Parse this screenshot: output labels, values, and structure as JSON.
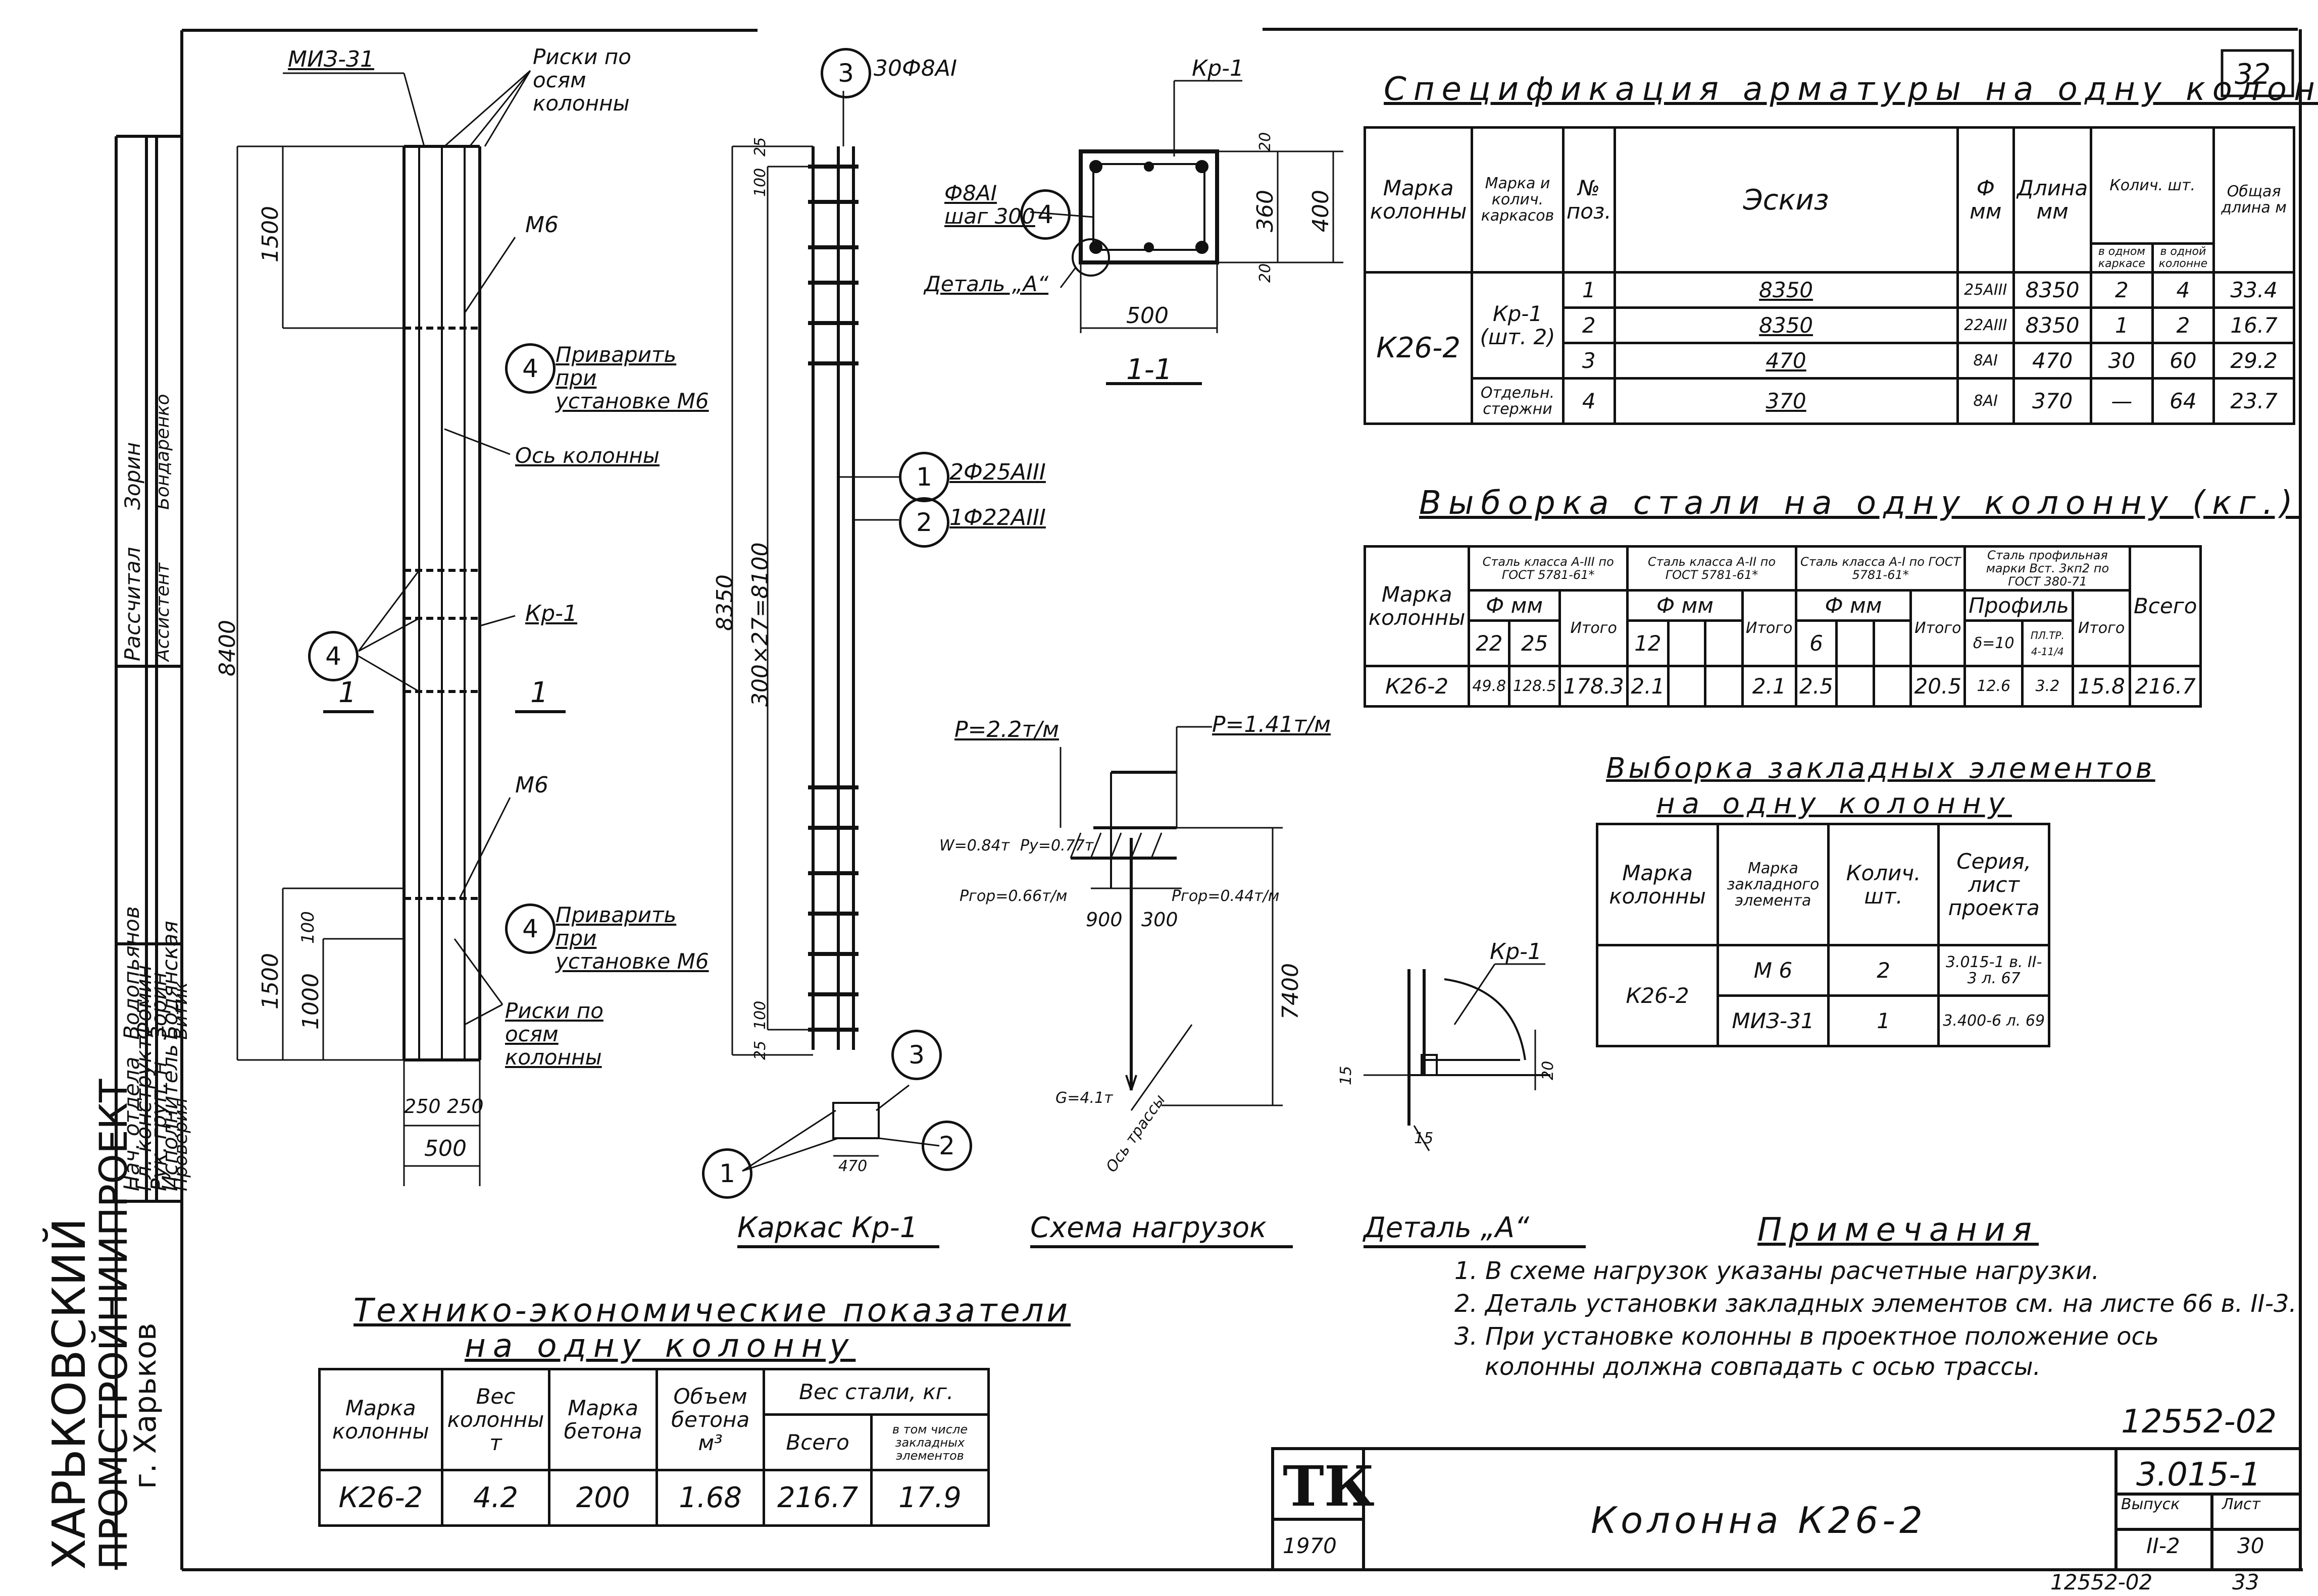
{
  "sheet_corner": "32",
  "org": {
    "line1": "ХАРЬКОВСКИЙ",
    "line2": "ПРОМСТРОЙНИИПРОЕКТ",
    "line3": "г. Харьков"
  },
  "stamp_rows": [
    {
      "role": "Нач. отдела",
      "name": "Водопьянов"
    },
    {
      "role": "Гл. конструкт.",
      "name": "Фомин"
    },
    {
      "role": "Рук. груп. н",
      "name": "Зорин"
    },
    {
      "role": "Исполнитель",
      "name": "Бодянская"
    },
    {
      "role": "Проверил",
      "name": "Витик"
    }
  ],
  "stamp_upper": [
    {
      "role": "Рассчитал",
      "name": "Зорин"
    },
    {
      "role": "Ассистент",
      "name": "Бондаренко"
    }
  ],
  "spec": {
    "title": "Спецификация арматуры на одну колонну",
    "headers": {
      "mark": "Марка колонны",
      "frame": "Марка и колич. каркасов",
      "pos": "№ поз.",
      "sketch": "Эскиз",
      "dia": "Ф мм",
      "len": "Длина мм",
      "qty": "Колич. шт.",
      "qty_frame": "в одном каркасе",
      "qty_col": "в одной колонне",
      "total": "Общая длина м"
    },
    "column": "К26-2",
    "frame_label": "Кр-1 (шт. 2)",
    "loose_label": "Отдельн. стержни",
    "rows": [
      {
        "pos": "1",
        "sketch": "8350",
        "dia": "25АIII",
        "len": "8350",
        "qf": "2",
        "qc": "4",
        "total": "33.4"
      },
      {
        "pos": "2",
        "sketch": "8350",
        "dia": "22АIII",
        "len": "8350",
        "qf": "1",
        "qc": "2",
        "total": "16.7"
      },
      {
        "pos": "3",
        "sketch": "470",
        "dia": "8АI",
        "len": "470",
        "qf": "30",
        "qc": "60",
        "total": "29.2"
      },
      {
        "pos": "4",
        "sketch": "370",
        "dia": "8АI",
        "len": "370",
        "qf": "—",
        "qc": "64",
        "total": "23.7"
      }
    ]
  },
  "steel": {
    "title": "Выборка стали на одну колонну (кг.)",
    "h_mark": "Марка колонны",
    "g1": "Сталь класса А-III по ГОСТ 5781-61*",
    "g2": "Сталь класса А-II по ГОСТ 5781-61*",
    "g3": "Сталь класса А-I по ГОСТ 5781-61*",
    "g4": "Сталь профильная марки Вст. 3кп2 по ГОСТ 380-71",
    "fmm": "Ф мм",
    "profile": "Профиль",
    "itogo": "Итого",
    "vsego": "Всего",
    "sub": [
      "22",
      "25",
      "",
      "12",
      "",
      "",
      "6",
      "",
      "δ=10",
      "ПЛ.ТР. 4-11/4"
    ],
    "row": {
      "mark": "К26-2",
      "v22": "49.8",
      "v25": "128.5",
      "it1": "178.3",
      "v12": "2.1",
      "it2": "2.1",
      "v6": "2.5",
      "it3": "20.5",
      "p1": "12.6",
      "p2": "3.2",
      "it4": "15.8",
      "total": "216.7"
    }
  },
  "embed": {
    "title1": "Выборка закладных элементов",
    "title2": "на одну колонну",
    "h": [
      "Марка колонны",
      "Марка закладного элемента",
      "Колич. шт.",
      "Серия, лист проекта"
    ],
    "mark": "К26-2",
    "rows": [
      {
        "el": "М 6",
        "qty": "2",
        "ser": "3.015-1 в. II-3 л. 67"
      },
      {
        "el": "МИЗ-31",
        "qty": "1",
        "ser": "3.400-6 л. 69"
      }
    ]
  },
  "tep": {
    "title1": "Технико-экономические показатели",
    "title2": "на одну колонну",
    "h": [
      "Марка колонны",
      "Вес колонны т",
      "Марка бетона",
      "Объем бетона м³",
      "Вес стали, кг.",
      "Всего",
      "в том числе закладных элементов"
    ],
    "row": [
      "К26-2",
      "4.2",
      "200",
      "1.68",
      "216.7",
      "17.9"
    ]
  },
  "notes": {
    "title": "Примечания",
    "items": [
      "1. В схеме нагрузок указаны расчетные нагрузки.",
      "2. Деталь установки закладных элементов см. на листе 66 в. II-3.",
      "3. При установке колонны в проектное положение ось",
      "колонны должна совпадать с осью трассы."
    ]
  },
  "titleblock": {
    "code": "12552-02",
    "tk": "ТК",
    "year": "1970",
    "name": "Колонна К26-2",
    "series": "3.015-1",
    "issue_label": "Выпуск",
    "issue": "II-2",
    "sheet_label": "Лист",
    "sheet": "30",
    "bottom_code": "12552-02",
    "bottom_num": "33"
  },
  "drawing": {
    "miz": "МИЗ-31",
    "riski_top": "Риски по осям колонны",
    "m6a": "М6",
    "weld_top": "Приварить при установке М6",
    "axis": "Ось колонны",
    "kr1": "Кр-1",
    "cut": "1",
    "m6b": "М6",
    "weld_bot": "Приварить при установке М6",
    "riski_bot": "Риски по осям колонны",
    "dims_left": [
      "1500",
      "8400",
      "1500",
      "1000",
      "100",
      "250",
      "250",
      "500"
    ],
    "frame_title": "Каркас Кр-1",
    "frame_pos3": "30Ф8АI",
    "frame_pos1": "2Ф25АIII",
    "frame_pos2": "1Ф22АIII",
    "frame_dims": [
      "8350",
      "300×27=8100",
      "100",
      "25",
      "25",
      "100",
      "470"
    ],
    "sec_title": "1-1",
    "sec_kr": "Кр-1",
    "sec_stir": "Ф8АI шаг 300",
    "sec_detail": "Деталь „А“",
    "sec_dims": [
      "500",
      "360",
      "400",
      "20",
      "20"
    ],
    "loads_title": "Схема нагрузок",
    "loads": [
      "P=2.2т/м",
      "P=1.41т/м",
      "W=0.84т",
      "Py=0.77т",
      "Pгор=0.66т/м",
      "Pгор=0.44т/м",
      "900",
      "300",
      "7400",
      "G=4.1т",
      "Ось трассы"
    ],
    "detail_title": "Деталь „А“",
    "detail_kr": "Кр-1",
    "detail_dims": [
      "15",
      "20",
      "15"
    ]
  }
}
